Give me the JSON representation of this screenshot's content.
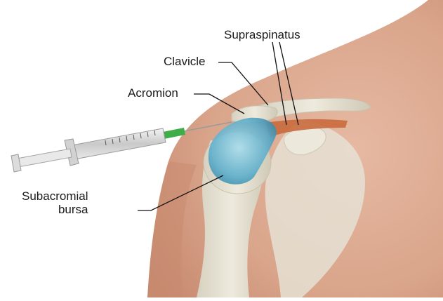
{
  "labels": {
    "supraspinatus": "Supraspinatus",
    "clavicle": "Clavicle",
    "acromion": "Acromion",
    "subacromial_line1": "Subacromial",
    "subacromial_line2": "bursa"
  },
  "colors": {
    "skin": "#d9a58b",
    "bone": "#e6e2d4",
    "bursa": "#6fb7cf",
    "muscle": "#c96a3d",
    "syringe_barrel": "#dcdcdc",
    "needle_hub": "#3fae49"
  }
}
